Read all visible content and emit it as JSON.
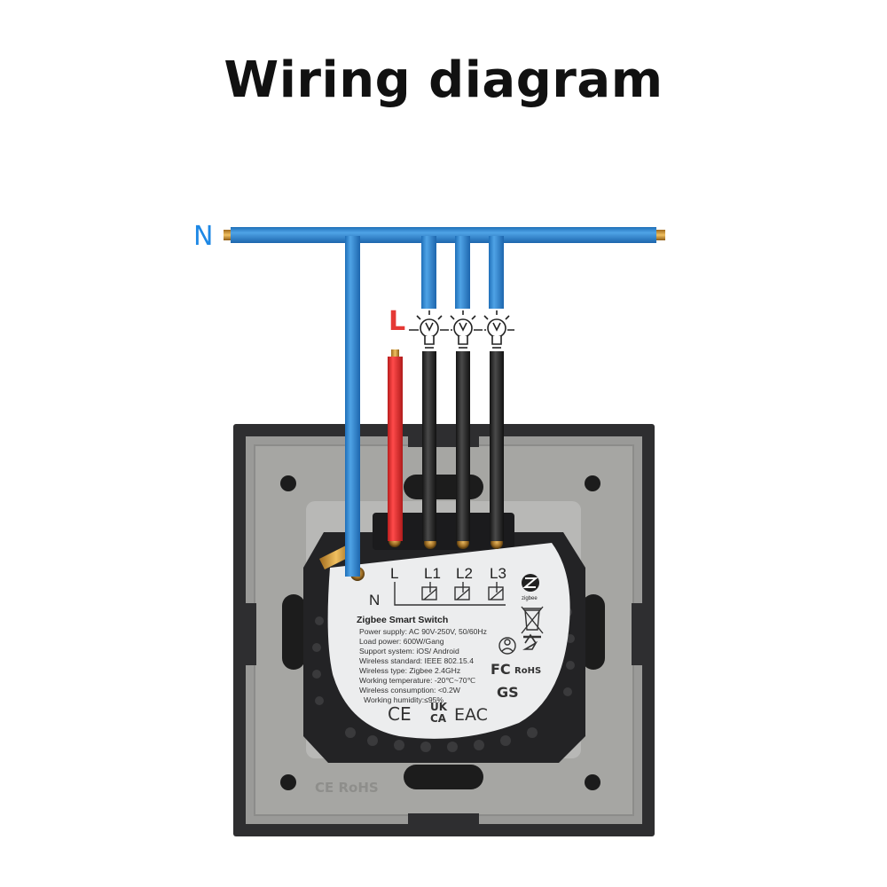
{
  "title": "Wiring diagram",
  "labels": {
    "neutral": "N",
    "live": "L"
  },
  "module": {
    "terminals": [
      "L",
      "L1",
      "L2",
      "L3"
    ],
    "neutral_terminal": "N",
    "brand_mark": "zigbee",
    "spec_title": "Zigbee Smart Switch",
    "specs": [
      "Power supply: AC 90V-250V, 50/60Hz",
      "Load power: 600W/Gang",
      "Support system: iOS/ Android",
      "Wireless standard: IEEE 802.15.4",
      "Wireless type: Zigbee 2.4GHz",
      "Working temperature: -20℃~70℃",
      "Wireless consumption: <0.2W",
      "Working humidity:≤95%"
    ],
    "certs": {
      "ce": "CE",
      "ukca_top": "UK",
      "ukca_bottom": "CA",
      "eac": "EAC",
      "fc": "FC",
      "rohs": "RoHS",
      "gs": "GS"
    }
  },
  "frame_mark": "CE RoHS",
  "colors": {
    "neutral_wire": "#2f86d4",
    "live_wire": "#e62b2b",
    "load_wire": "#2b2b2b",
    "label_blue": "#1e88e5",
    "label_red": "#e53935"
  }
}
